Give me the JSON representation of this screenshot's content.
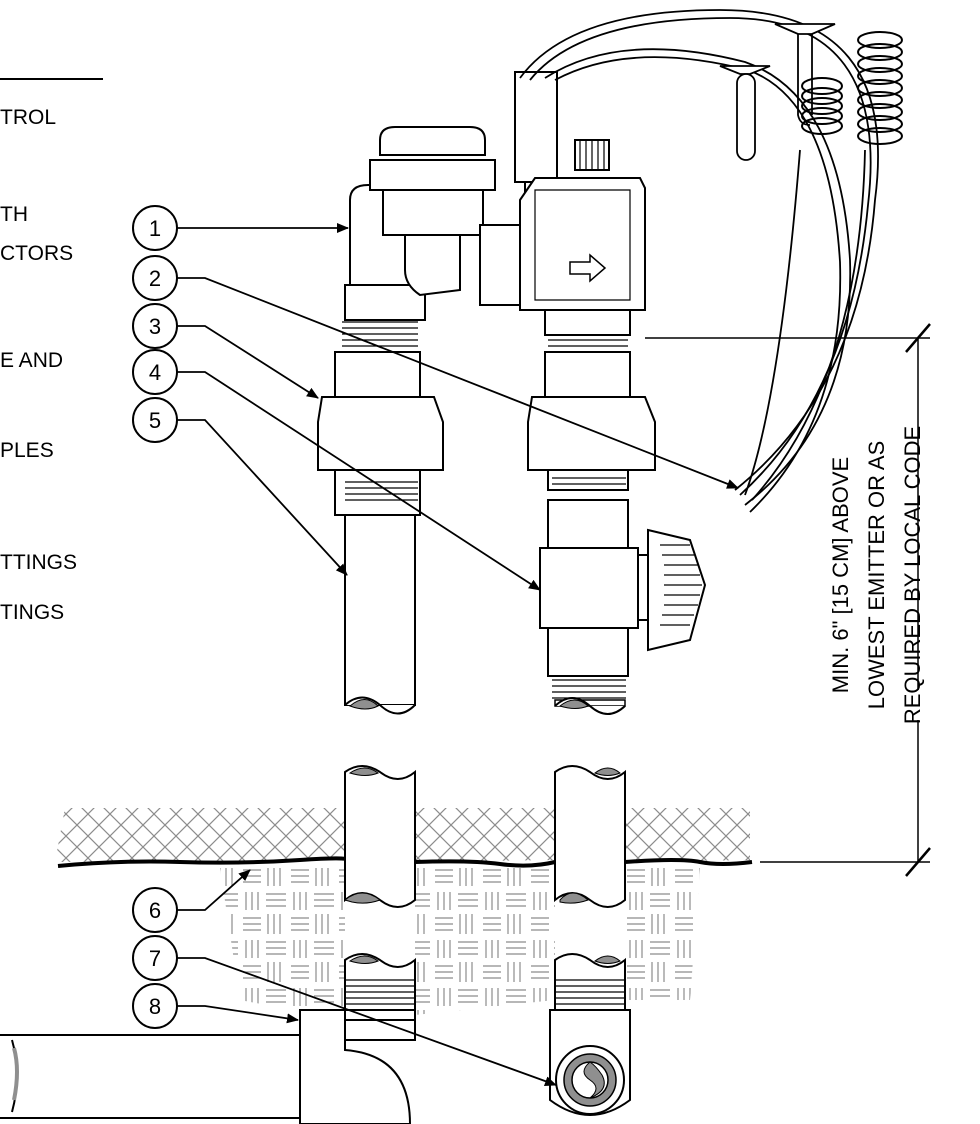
{
  "notes": [
    "TROL",
    "TH",
    "CTORS",
    "E AND",
    "PLES",
    "TTINGS",
    "TINGS"
  ],
  "callouts": [
    "1",
    "2",
    "3",
    "4",
    "5",
    "6",
    "7",
    "8"
  ],
  "dimension_text": [
    "MIN. 6\" [15 CM] ABOVE",
    "LOWEST EMITTER OR AS",
    "REQUIRED BY LOCAL CODE"
  ],
  "colors": {
    "line": "#000000",
    "hatch": "#8c8c8c",
    "cut_fill": "#8f8f8f"
  }
}
